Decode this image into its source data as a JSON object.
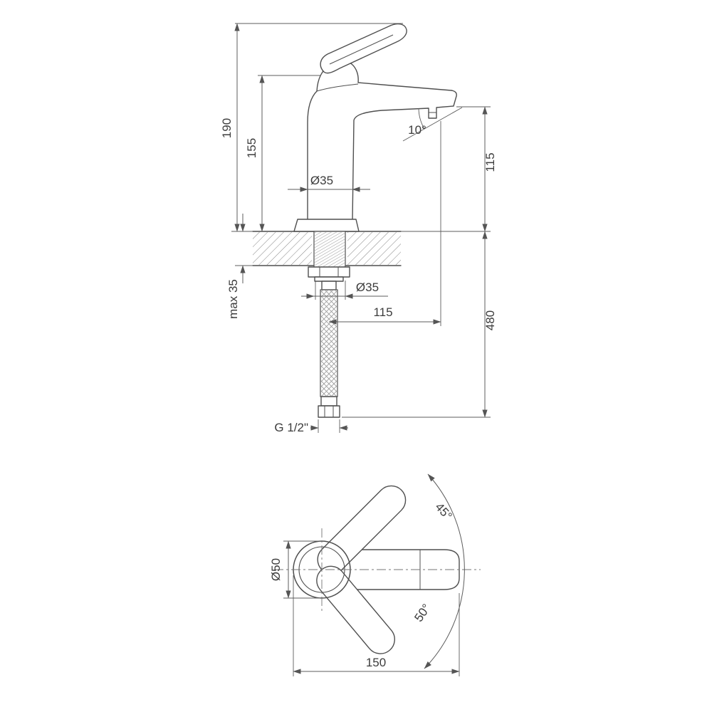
{
  "colors": {
    "line": "#4f4f4f",
    "dimension": "#5c5c5c",
    "text": "#3c3c3c",
    "background": "#ffffff"
  },
  "side_view": {
    "total_height": "190",
    "body_height": "155",
    "body_diameter": "Ø35",
    "spout_angle": "10°",
    "spout_height": "115",
    "spout_reach": "115",
    "max_deck_thickness": "max 35",
    "shank_diameter": "Ø35",
    "hose_length": "480",
    "thread_size": "G 1/2\""
  },
  "top_view": {
    "body_diameter": "Ø50",
    "handle_swing_up": "45°",
    "handle_swing_down": "50°",
    "overall_length": "150"
  }
}
